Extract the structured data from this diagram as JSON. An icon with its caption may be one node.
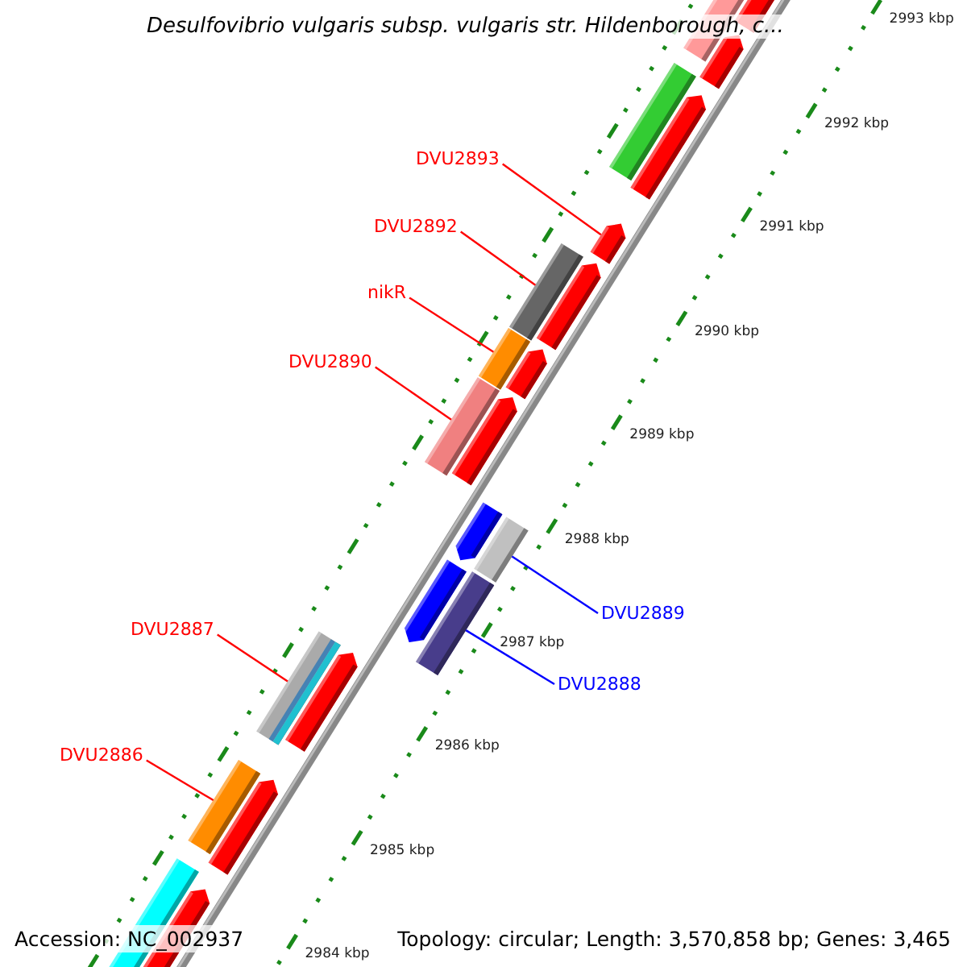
{
  "diagram": {
    "title": "Desulfovibrio vulgaris subsp. vulgaris str. Hildenborough, c...",
    "nodes": [
      {
        "text": [
          "DVU2893"
        ]
      },
      {
        "text": [],
        "shape": "bar"
      },
      {
        "text": [
          "DVU2892"
        ]
      },
      {
        "text": [],
        "shape": "bar"
      },
      {
        "text": [
          "nikR"
        ]
      },
      {
        "text": [],
        "shape": "bar"
      },
      {
        "text": [
          "DVU2890"
        ]
      },
      {
        "text": [],
        "shape": "bar"
      },
      {
        "text": [
          "DVU2889"
        ]
      },
      {
        "text": [],
        "shape": "bar"
      },
      {
        "text": [
          "DVU2888"
        ]
      },
      {
        "text": [],
        "shape": "bar"
      },
      {
        "text": [
          "DVU2887"
        ]
      },
      {
        "text": [],
        "shape": "bar"
      },
      {
        "text": [
          "DVU2886"
        ]
      },
      {
        "text": [],
        "shape": "bar"
      }
    ],
    "edges": [
      {
        "from": 0,
        "to": 1,
        "arrow": "none"
      },
      {
        "from": 2,
        "to": 3,
        "arrow": "none"
      },
      {
        "from": 4,
        "to": 5,
        "arrow": "none"
      },
      {
        "from": 6,
        "to": 7,
        "arrow": "none"
      },
      {
        "from": 8,
        "to": 9,
        "arrow": "none",
        "color": "#0000ff"
      },
      {
        "from": 10,
        "to": 11,
        "arrow": "none",
        "color": "#0000ff"
      },
      {
        "from": 12,
        "to": 13,
        "arrow": "none"
      },
      {
        "from": 14,
        "to": 15,
        "arrow": "none"
      }
    ],
    "labels": [
      "2993 kbp",
      "2992 kbp",
      "2991 kbp",
      "2990 kbp",
      "2989 kbp",
      "2988 kbp",
      "2987 kbp",
      "2986 kbp",
      "2985 kbp",
      "2984 kbp",
      "Accession: NC_002937",
      "Topology: circular; Length: 3,570,858 bp; Genes: 3,465"
    ]
  }
}
